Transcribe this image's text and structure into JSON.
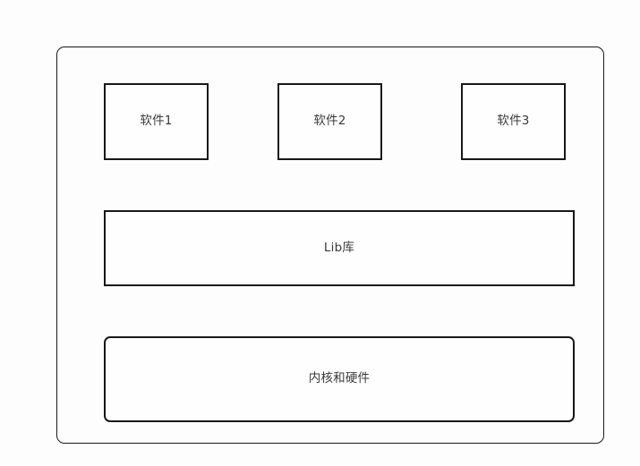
{
  "diagram": {
    "title": "",
    "colors": {
      "background": "#fdfdfd",
      "border": "#181818",
      "outer_border": "#1a1a1a",
      "text": "#3a3a3a",
      "box_fill": "#fefefe"
    },
    "system_container": {
      "label": ""
    },
    "application_layer": {
      "boxes": [
        {
          "label": "软件1"
        },
        {
          "label": "软件2"
        },
        {
          "label": "软件3"
        }
      ]
    },
    "library_layer": {
      "label": "Lib库"
    },
    "kernel_layer": {
      "label": "内核和硬件"
    }
  }
}
